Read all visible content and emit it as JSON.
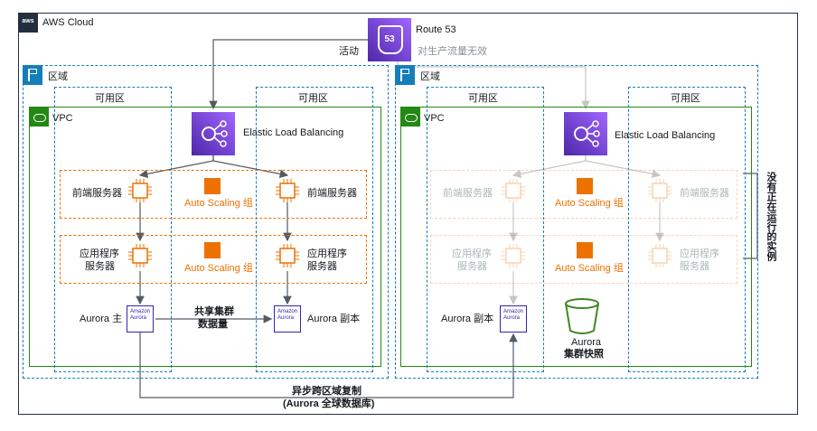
{
  "cloud": {
    "label": "AWS Cloud",
    "logo_text": "aws"
  },
  "route53": {
    "label": "Route 53",
    "badge": "53",
    "active_label": "活动",
    "inactive_label": "对生产流量无效"
  },
  "regions": [
    {
      "label": "区域",
      "vpc_label": "VPC",
      "az_labels": [
        "可用区",
        "可用区"
      ],
      "elb_label": "Elastic Load Balancing",
      "web_left": "前端服务器",
      "web_right": "前端服务器",
      "asg_label_1": "Auto Scaling 组",
      "asg_label_2": "Auto Scaling 组",
      "app_left_1": "应用程序",
      "app_left_2": "服务器",
      "app_right_1": "应用程序",
      "app_right_2": "服务器",
      "aurora_left": "Aurora 主",
      "aurora_right": "Aurora 副本",
      "shared_1": "共享集群",
      "shared_2": "数据量",
      "aurora_icon_1": "Amazon",
      "aurora_icon_2": "Aurora"
    },
    {
      "label": "区域",
      "vpc_label": "VPC",
      "az_labels": [
        "可用区",
        "可用区"
      ],
      "elb_label": "Elastic Load Balancing",
      "web_left": "前端服务器",
      "web_right": "前端服务器",
      "asg_label_1": "Auto Scaling 组",
      "asg_label_2": "Auto Scaling 组",
      "app_left_1": "应用程序",
      "app_left_2": "服务器",
      "app_right_1": "应用程序",
      "app_right_2": "服务器",
      "aurora_replica": "Aurora 副本",
      "snapshot_1": "Aurora",
      "snapshot_2": "集群快照",
      "no_instances": "没有正在运行的实例",
      "aurora_icon_1": "Amazon",
      "aurora_icon_2": "Aurora"
    }
  ],
  "replication": {
    "line1": "异步跨区域复制",
    "line2": "(Aurora 全球数据库)"
  },
  "colors": {
    "region": "#147eba",
    "vpc": "#248814",
    "asg": "#ed7100",
    "purple": "#8c4fff",
    "aurora": "#2e27ad",
    "navy": "#232f3e"
  }
}
